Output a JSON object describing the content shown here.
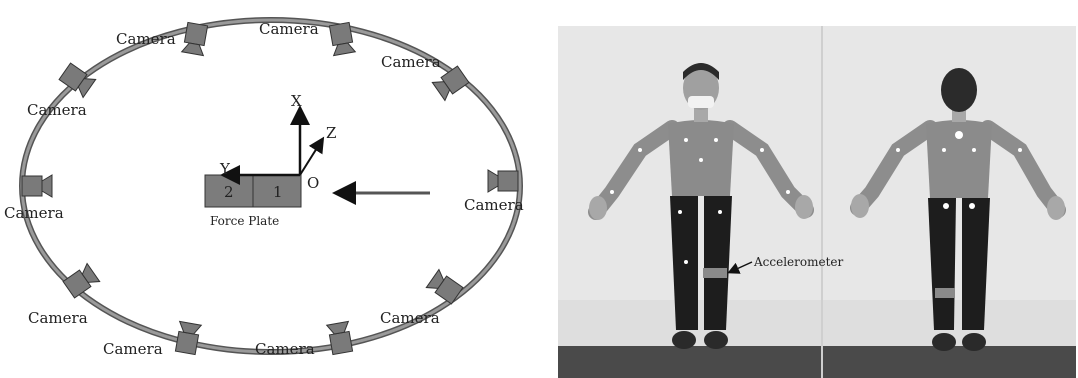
{
  "diagram": {
    "camera_label": "Camera",
    "axes": {
      "x": "X",
      "y": "Y",
      "z": "Z",
      "origin": "O"
    },
    "force_plate": {
      "caption": "Force Plate",
      "plate_1": "1",
      "plate_2": "2"
    }
  },
  "photos": {
    "accelerometer_label": "Accelerometer"
  },
  "colors": {
    "ring": "#6e6e6e",
    "camera": "#7a7a7a",
    "plate": "#7c7c7c",
    "wall": "#e6e6e6",
    "floor": "#4a4a4a"
  }
}
